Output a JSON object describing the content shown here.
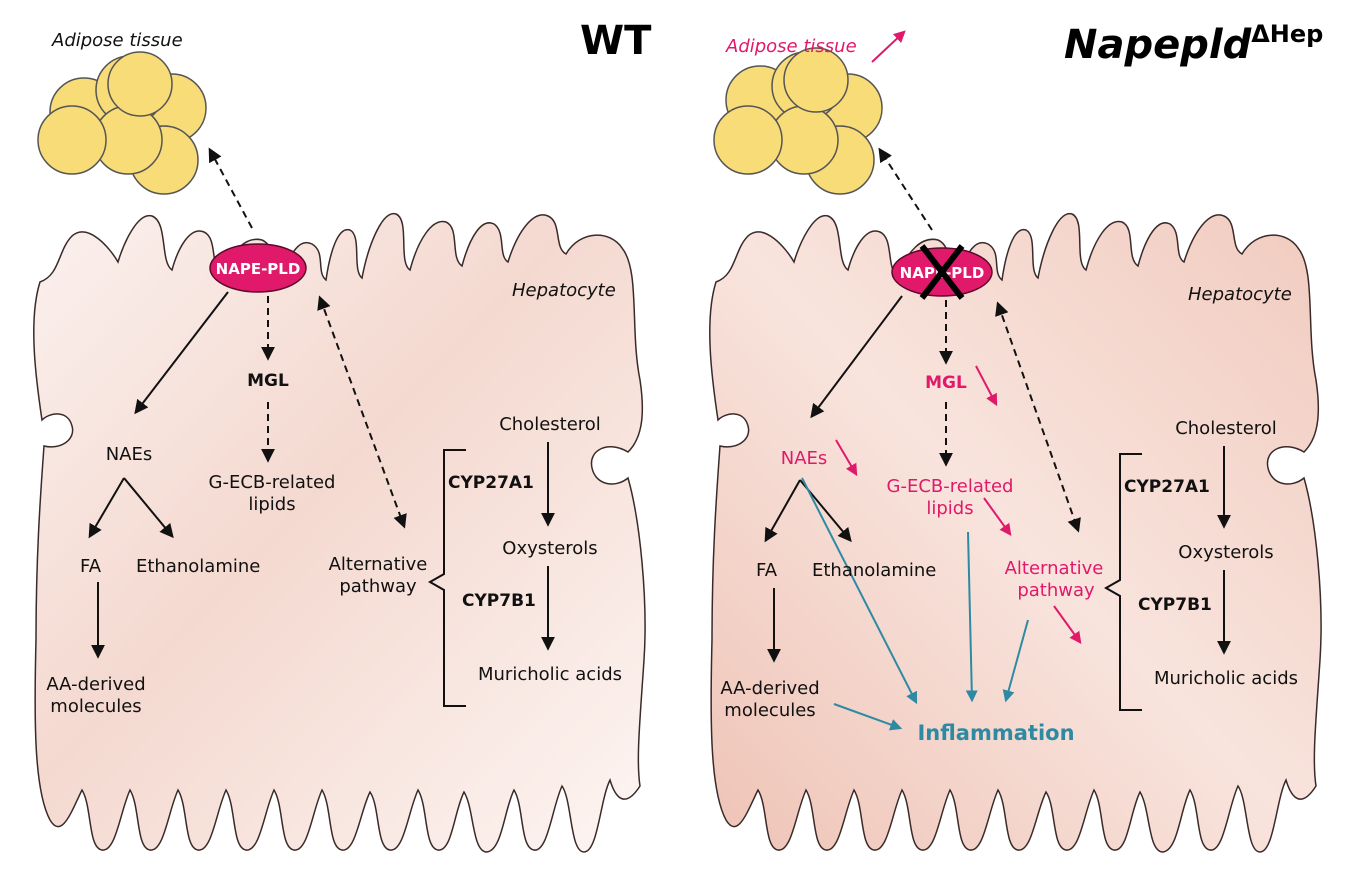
{
  "panels": {
    "wt": {
      "title": "WT",
      "adipose": "Adipose tissue",
      "cell": "Hepatocyte",
      "enzyme": "NAPE-PLD",
      "mgl": "MGL",
      "naes": "NAEs",
      "gecb_1": "G-ECB-related",
      "gecb_2": "lipids",
      "fa": "FA",
      "ethanolamine": "Ethanolamine",
      "aa_1": "AA-derived",
      "aa_2": "molecules",
      "alt_1": "Alternative",
      "alt_2": "pathway",
      "cholesterol": "Cholesterol",
      "cyp27": "CYP27A1",
      "oxysterols": "Oxysterols",
      "cyp7": "CYP7B1",
      "muricholic": "Muricholic acids"
    },
    "ko": {
      "title": "Napepld",
      "title_sup": "ΔHep",
      "adipose": "Adipose tissue",
      "cell": "Hepatocyte",
      "enzyme": "NAPE-PLD",
      "mgl": "MGL",
      "naes": "NAEs",
      "gecb_1": "G-ECB-related",
      "gecb_2": "lipids",
      "fa": "FA",
      "ethanolamine": "Ethanolamine",
      "aa_1": "AA-derived",
      "aa_2": "molecules",
      "alt_1": "Alternative",
      "alt_2": "pathway",
      "cholesterol": "Cholesterol",
      "cyp27": "CYP27A1",
      "oxysterols": "Oxysterols",
      "cyp7": "CYP7B1",
      "muricholic": "Muricholic acids",
      "inflammation": "Inflammation"
    }
  },
  "colors": {
    "cell_fill": "#f2cfc4",
    "fat": "#f7dc78",
    "enzyme": "#e0196a",
    "highlight": "#e0196a",
    "inflammation": "#2e8aa3"
  }
}
